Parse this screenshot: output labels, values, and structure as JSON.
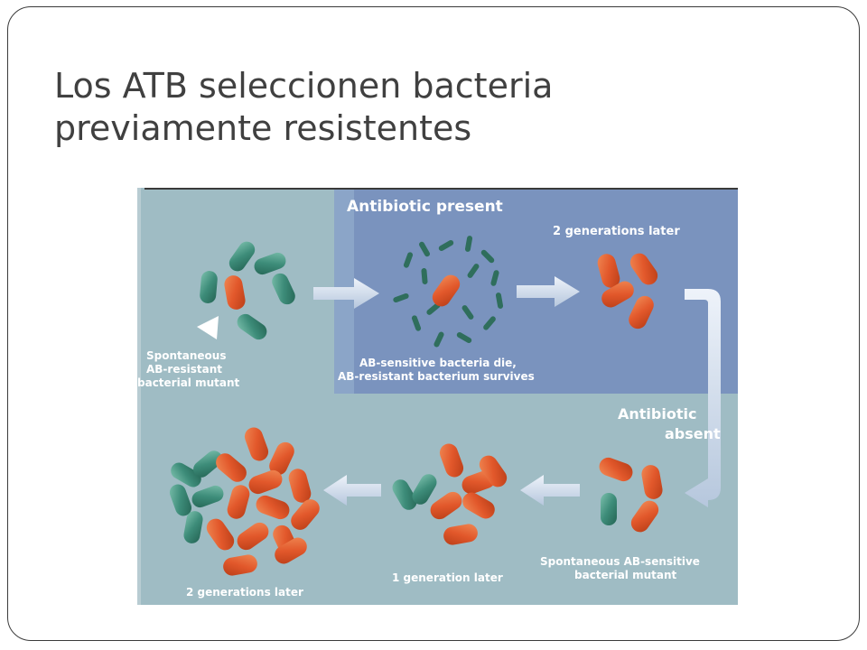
{
  "slide": {
    "title_line1": "Los ATB seleccionen bacteria",
    "title_line2": "previamente resistentes"
  },
  "figure": {
    "antibiotic_present": "Antibiotic present",
    "two_generations_top": "2 generations later",
    "mutant_line1": "Spontaneous",
    "mutant_line2": "AB-resistant",
    "mutant_line3": "bacterial mutant",
    "die_line1": "AB-sensitive bacteria die,",
    "die_line2": "AB-resistant bacterium survives",
    "absent_line1": "Antibiotic",
    "absent_line2": "absent",
    "sensitive_line1": "Spontaneous AB-sensitive",
    "sensitive_line2": "bacterial mutant",
    "one_generation": "1 generation later",
    "two_generations_bottom": "2 generations later"
  },
  "colors": {
    "resistant": "#e2582b",
    "sensitive": "#3d8c79",
    "present_bg": "#7a93be",
    "absent_bg": "#9fbcc4",
    "arrow": "#cdd9ea"
  }
}
